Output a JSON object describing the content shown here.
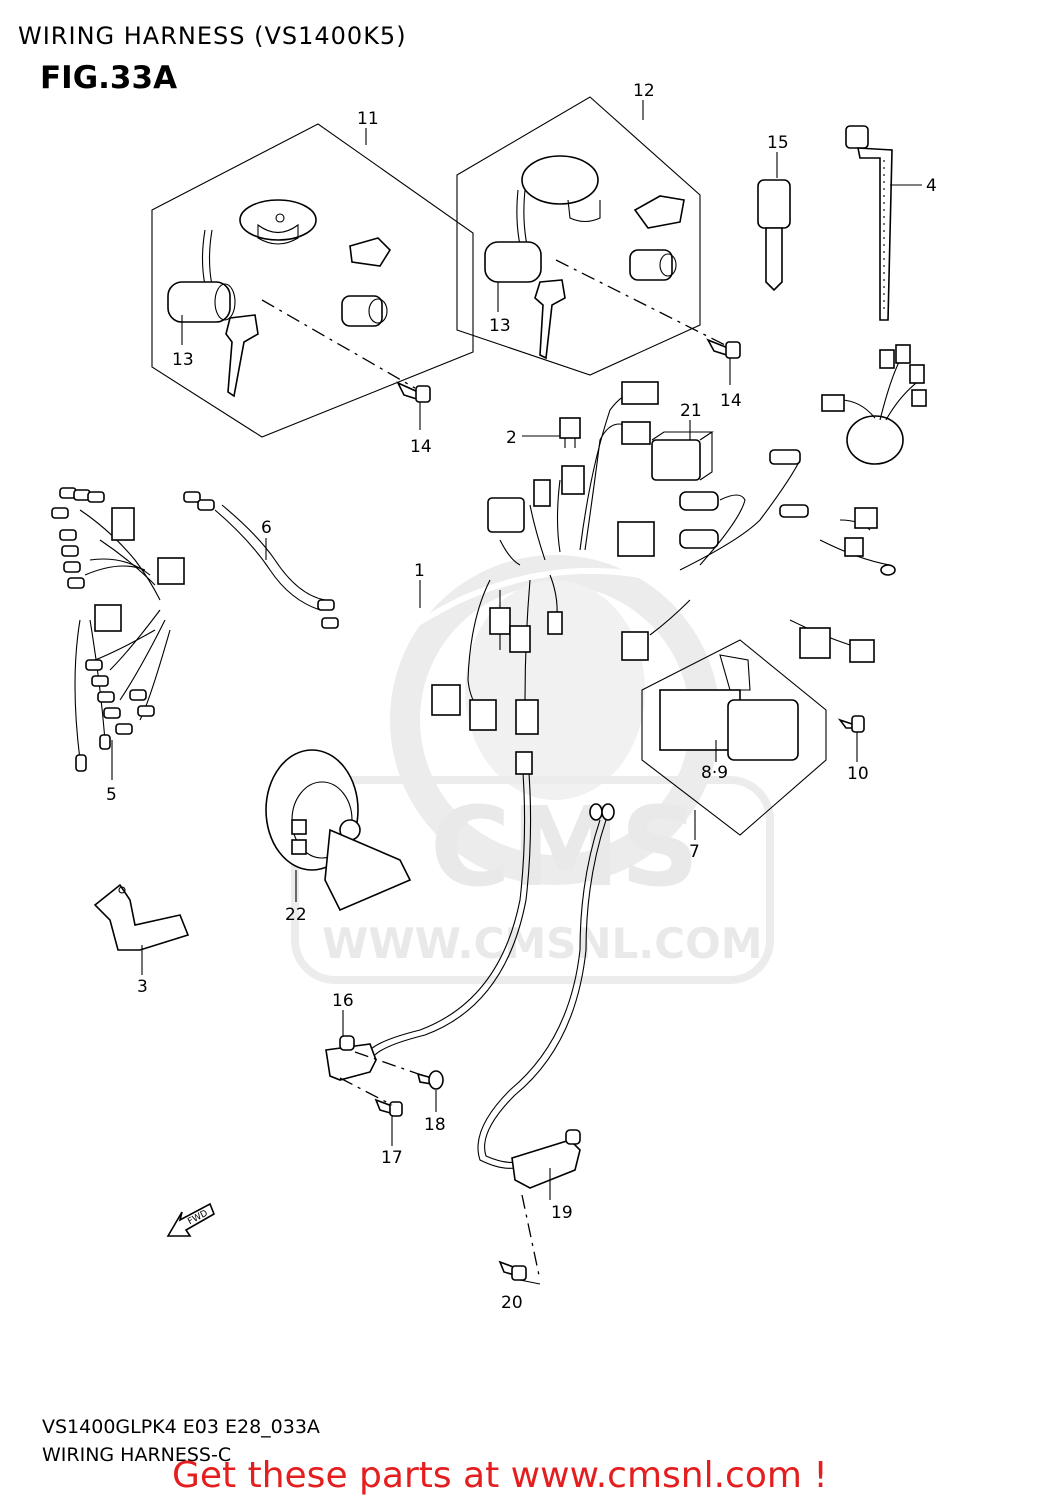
{
  "page_title": "WIRING HARNESS (VS1400K5)",
  "figure_label": "FIG.33A",
  "watermark": {
    "brand": "CMS",
    "url": "WWW.CMSNL.COM"
  },
  "callouts": {
    "c1": "1",
    "c2": "2",
    "c3": "3",
    "c4": "4",
    "c5": "5",
    "c6": "6",
    "c7": "7",
    "c89": "8·9",
    "c10": "10",
    "c11": "11",
    "c12": "12",
    "c13a": "13",
    "c13b": "13",
    "c14a": "14",
    "c14b": "14",
    "c15": "15",
    "c16": "16",
    "c17": "17",
    "c18": "18",
    "c19": "19",
    "c20": "20",
    "c21": "21",
    "c22": "22"
  },
  "fwd_arrow_label": "FWD",
  "footer": {
    "code": "VS1400GLPK4 E03 E28_033A",
    "name": "WIRING HARNESS-C"
  },
  "cta": "Get these parts at www.cmsnl.com !",
  "colors": {
    "line": "#000000",
    "cta": "#e41e1e",
    "watermark": "#e9e9e9"
  }
}
